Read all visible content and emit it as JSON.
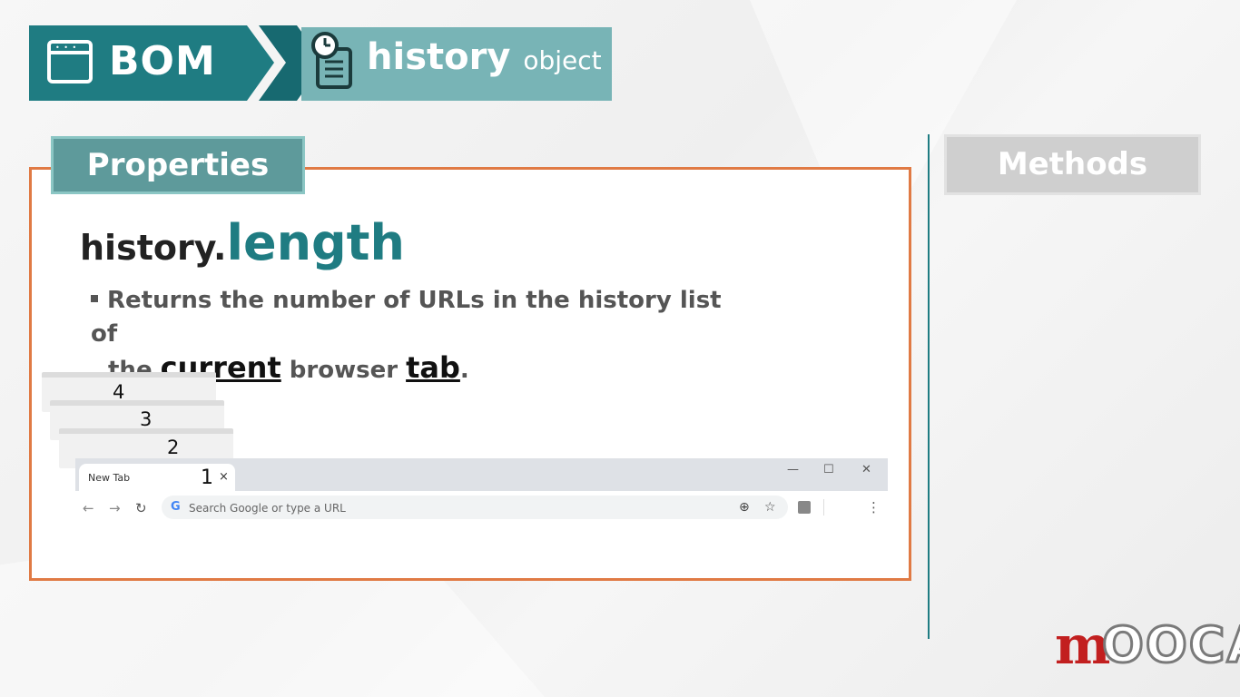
{
  "banner": {
    "bom_label": "BOM",
    "history_label": "history",
    "object_label": "object",
    "colors": {
      "dark": "#1f7c82",
      "light": "#78b4b6"
    }
  },
  "properties": {
    "tab_label": "Properties",
    "heading_object": "history",
    "heading_dot": ".",
    "heading_property": "length",
    "bullet_part1": "Returns the number of URLs in the history list of",
    "bullet_part2": "the",
    "bullet_em1": "current",
    "bullet_part3": "browser",
    "bullet_em2": "tab",
    "bullet_end": "."
  },
  "tab_stack": {
    "numbers": [
      "4",
      "3",
      "2"
    ],
    "browser": {
      "tab_title": "New Tab",
      "tab_number": "1",
      "tab_close": "×",
      "window_controls": [
        "—",
        "☐",
        "✕"
      ],
      "nav": [
        "←",
        "→",
        "↻"
      ],
      "omnibox_g": "G",
      "omnibox_placeholder": "Search Google or type a URL",
      "icons": [
        "zoom-icon",
        "star-icon",
        "pdf-icon",
        "menu-icon"
      ],
      "zoom_glyph": "⊕",
      "star_glyph": "☆",
      "menu_glyph": "⋮"
    }
  },
  "methods": {
    "tab_label": "Methods"
  },
  "logo": {
    "mark": "m",
    "rest": "OOCA"
  }
}
